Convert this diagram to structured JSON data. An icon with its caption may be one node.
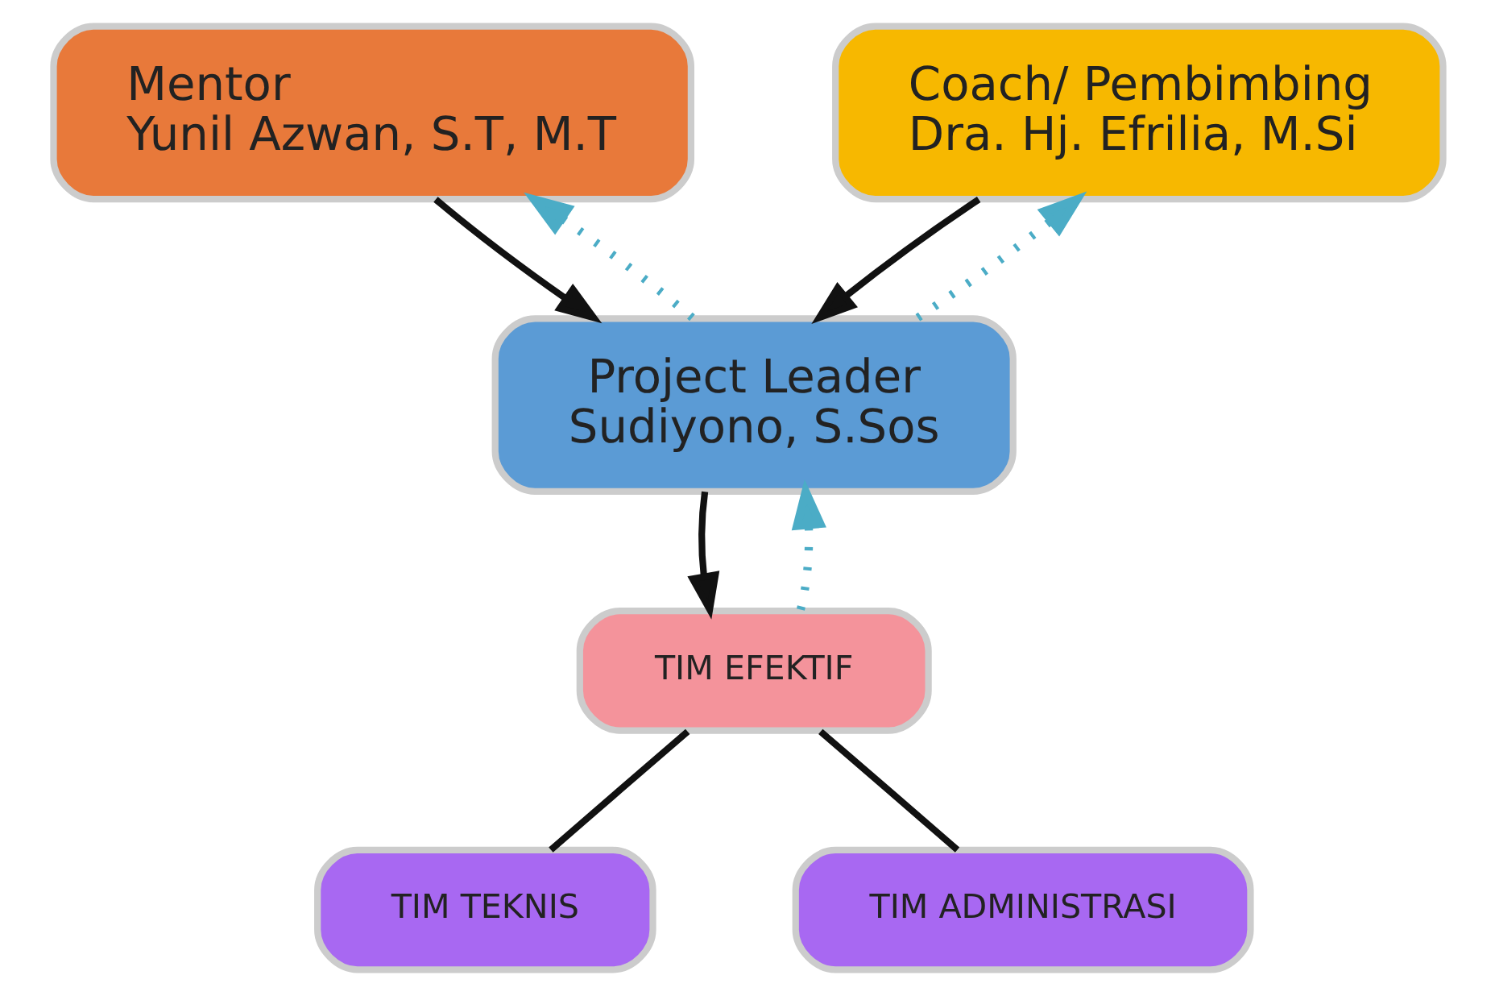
{
  "diagram": {
    "nodes": [
      {
        "text": [
          "Mentor",
          "Yunil Azwan, S.T, M.T"
        ]
      },
      {
        "text": [
          "Coach/ Pembimbing",
          "Dra. Hj. Efrilia, M.Si"
        ]
      },
      {
        "text": [
          "Project Leader",
          "Sudiyono, S.Sos"
        ]
      },
      {
        "text": [
          "TIM EFEKTIF"
        ]
      },
      {
        "text": [
          "TIM TEKNIS"
        ]
      },
      {
        "text": [
          "TIM ADMINISTRASI"
        ]
      }
    ],
    "edges": [
      {
        "from": 0,
        "to": 2,
        "arrow": "to"
      },
      {
        "from": 2,
        "to": 0,
        "arrow": "to",
        "style": "dashed",
        "color": "#4bacc6"
      },
      {
        "from": 1,
        "to": 2,
        "arrow": "to"
      },
      {
        "from": 2,
        "to": 1,
        "arrow": "to",
        "style": "dashed",
        "color": "#4bacc6"
      },
      {
        "from": 2,
        "to": 3,
        "arrow": "to"
      },
      {
        "from": 3,
        "to": 2,
        "arrow": "to",
        "style": "dashed",
        "color": "#4bacc6"
      },
      {
        "from": 3,
        "to": 4,
        "arrow": "none"
      },
      {
        "from": 3,
        "to": 5,
        "arrow": "none"
      }
    ]
  }
}
